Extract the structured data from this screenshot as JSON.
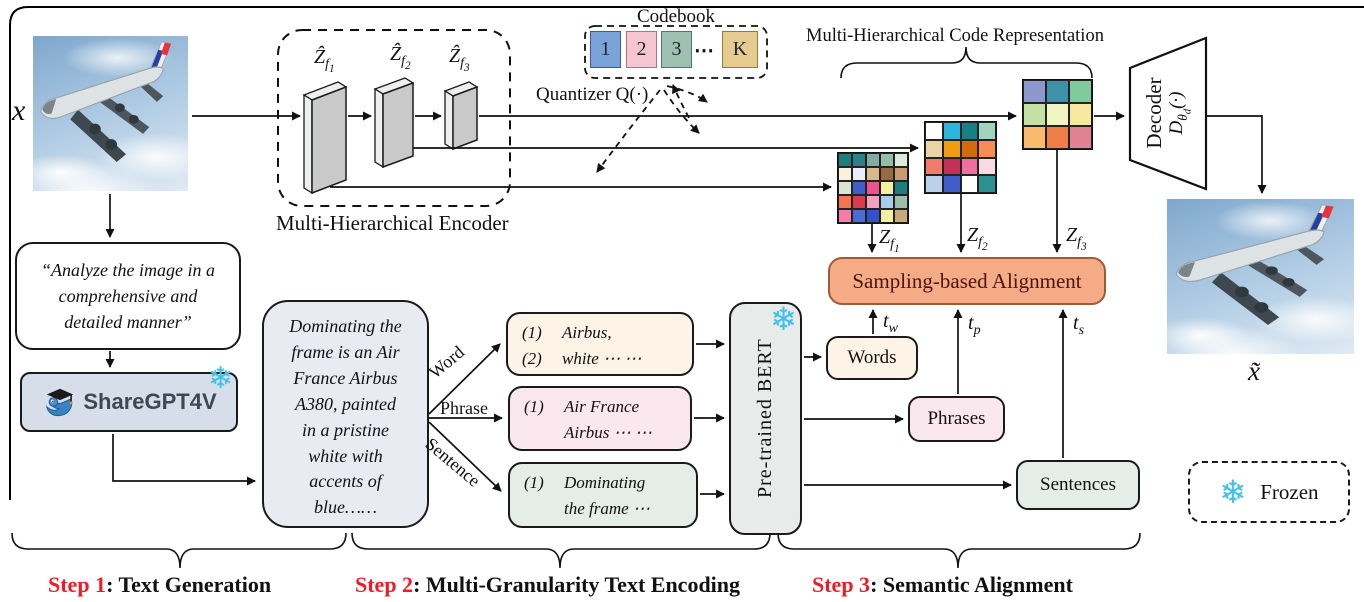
{
  "input": {
    "label": "x"
  },
  "output": {
    "label": "x̃"
  },
  "encoder": {
    "title": "Multi-Hierarchical Encoder",
    "slabs": [
      {
        "base": "Ẑ",
        "sub": "f",
        "idx": "1"
      },
      {
        "base": "Ẑ",
        "sub": "f",
        "idx": "2"
      },
      {
        "base": "Ẑ",
        "sub": "f",
        "idx": "3"
      }
    ]
  },
  "codebook": {
    "title": "Codebook",
    "ellipsis": "⋯",
    "entries": [
      {
        "label": "1",
        "fill": "#7ba3d9",
        "border": "#3a5a9a"
      },
      {
        "label": "2",
        "fill": "#f4c6d0",
        "border": "#c06a80"
      },
      {
        "label": "3",
        "fill": "#9fc0b0",
        "border": "#4a7a66"
      },
      {
        "label": "K",
        "fill": "#e6cb90",
        "border": "#9a7a2e"
      }
    ]
  },
  "quantizer": {
    "label": "Quantizer Q(·)"
  },
  "code_repr": {
    "title": "Multi-Hierarchical Code Representation",
    "labels": [
      {
        "base": "Z",
        "sub": "f",
        "idx": "1"
      },
      {
        "base": "Z",
        "sub": "f",
        "idx": "2"
      },
      {
        "base": "Z",
        "sub": "f",
        "idx": "3"
      }
    ]
  },
  "grids": {
    "z_f1": {
      "cols": 5,
      "colors": [
        [
          "#1f7d80",
          "#2a8189",
          "#85aaa2",
          "#93bfa9",
          "#dce9dd"
        ],
        [
          "#f8f1dd",
          "#e9effa",
          "#d9b98b",
          "#9a6b43",
          "#c99b6f"
        ],
        [
          "#d9e5d1",
          "#3f5ec9",
          "#e9548d",
          "#f3f0a1",
          "#1f7d80"
        ],
        [
          "#f3744d",
          "#da3b4f",
          "#f3a1c1",
          "#a9cde9",
          "#a0bda9"
        ],
        [
          "#f37ca9",
          "#4b6cd5",
          "#3451c9",
          "#f3f1a1",
          "#c9a979"
        ]
      ]
    },
    "z_f2": {
      "cols": 4,
      "colors": [
        [
          "#ffffff",
          "#2cb6dd",
          "#168085",
          "#a0d5bc"
        ],
        [
          "#e9d4a3",
          "#f19d0f",
          "#d36a10",
          "#f68c58"
        ],
        [
          "#f17c6c",
          "#c63057",
          "#ef6e9b",
          "#f8dae4"
        ],
        [
          "#bad0eb",
          "#3f5ec9",
          "#ffffff",
          "#2b9191"
        ]
      ]
    },
    "z_f3": {
      "cols": 3,
      "colors": [
        [
          "#8c97cd",
          "#3f90a9",
          "#80ca9c"
        ],
        [
          "#c2e2a3",
          "#f0f6c1",
          "#f6e7a1"
        ],
        [
          "#f9ba6f",
          "#f07c46",
          "#e18191"
        ]
      ]
    }
  },
  "decoder": {
    "line1": "Decoder",
    "base": "D",
    "sub": "θ",
    "subsub": "d",
    "args": "(·)"
  },
  "prompt": {
    "lines": [
      "“Analyze the image in a",
      "comprehensive and",
      "detailed manner”"
    ]
  },
  "generator": {
    "name": "ShareGPT4V"
  },
  "story": {
    "lines": [
      "Dominating the",
      "frame is an Air",
      "France Airbus",
      "A380, painted",
      "in a pristine",
      "white with",
      "accents of",
      "blue……"
    ]
  },
  "branches": {
    "word": "Word",
    "phrase": "Phrase",
    "sentence": "Sentence"
  },
  "granularity": {
    "word": {
      "items": [
        {
          "num": "(1)",
          "text": "Airbus,"
        },
        {
          "num": "(2)",
          "text": "white ⋯ ⋯"
        }
      ]
    },
    "phrase": {
      "items": [
        {
          "num": "(1)",
          "text": "Air France"
        },
        {
          "num": "",
          "text": "Airbus ⋯ ⋯"
        }
      ]
    },
    "sentence": {
      "items": [
        {
          "num": "(1)",
          "text": "Dominating"
        },
        {
          "num": "",
          "text": "the frame ⋯"
        }
      ]
    }
  },
  "bert": {
    "label": "Pre-trained BERT"
  },
  "outputs": {
    "words": "Words",
    "phrases": "Phrases",
    "sentences": "Sentences"
  },
  "alignment": {
    "label": "Sampling-based Alignment",
    "fill": "#f5ab85",
    "border": "#9c5b3a",
    "text_color": "#4a1410"
  },
  "t_labels": [
    {
      "base": "t",
      "sub": "w"
    },
    {
      "base": "t",
      "sub": "p"
    },
    {
      "base": "t",
      "sub": "s"
    }
  ],
  "legend": {
    "label": "Frozen"
  },
  "steps": [
    {
      "prefix": "Step 1",
      "rest": ": Text Generation"
    },
    {
      "prefix": "Step 2",
      "rest": ": Multi-Granularity Text Encoding"
    },
    {
      "prefix": "Step 3",
      "rest": ": Semantic Alignment"
    }
  ],
  "accents": {
    "snowflake": "❄",
    "step_red": "#ee1c25"
  }
}
